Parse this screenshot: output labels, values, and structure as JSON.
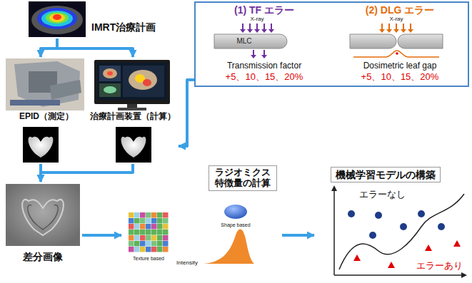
{
  "diagram": {
    "nodes": [
      {
        "text": [
          "IMRT治療計画"
        ]
      },
      {
        "text": [
          "EPID（測定）"
        ]
      },
      {
        "text": [
          "治療計画装置（計算）"
        ]
      },
      {
        "text": [
          "(1) TF エラー",
          "Transmission factor",
          "+5、10、15、20%",
          "(2) DLG エラー",
          "Dosimetric leaf gap",
          "+5、10、15、20%"
        ]
      },
      {
        "text": [
          "差分画像"
        ]
      },
      {
        "text": [
          "ラジオミクス 特徴量の計算"
        ]
      },
      {
        "text": [
          "機械学習モデルの構築"
        ]
      }
    ],
    "edges": [
      {
        "from": 0,
        "to": 1,
        "arrow": "to"
      },
      {
        "from": 0,
        "to": 2,
        "arrow": "to"
      },
      {
        "from": 3,
        "to": 2,
        "arrow": "to"
      },
      {
        "from": 1,
        "to": 4,
        "arrow": "to"
      },
      {
        "from": 2,
        "to": 4,
        "arrow": "to"
      },
      {
        "from": 4,
        "to": 5,
        "arrow": "to"
      },
      {
        "from": 5,
        "to": 6,
        "arrow": "to"
      }
    ],
    "labels": [
      "X-ray",
      "MLC",
      "X-ray",
      "Shape based",
      "Texture based",
      "Intensity",
      "エラーなし",
      "エラーあり"
    ]
  }
}
